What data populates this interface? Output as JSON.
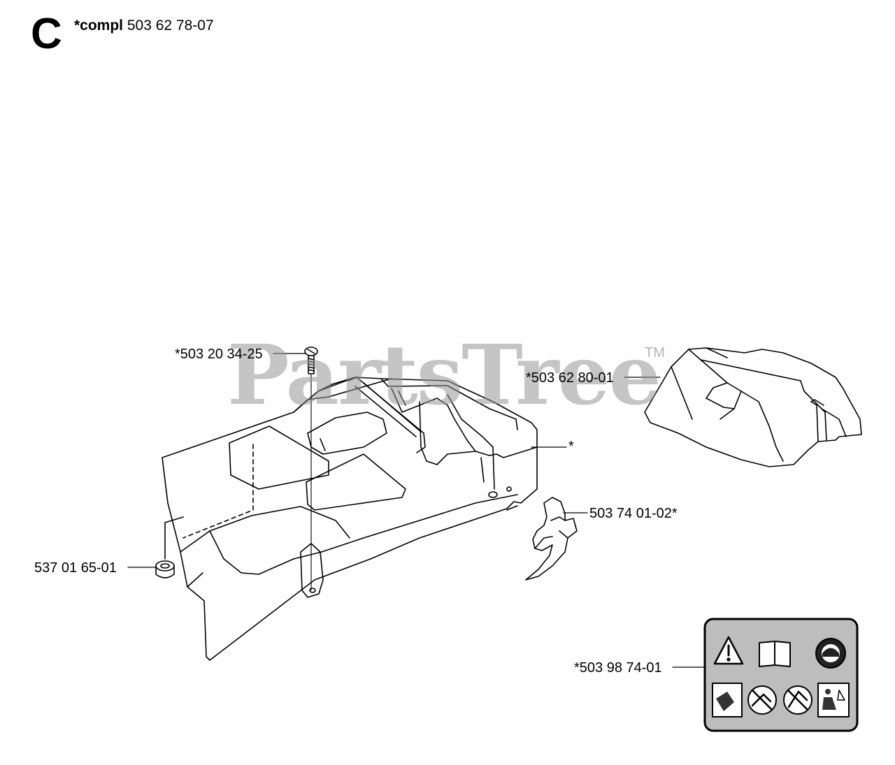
{
  "section": {
    "letter": "C"
  },
  "assembly": {
    "prefix": "*compl",
    "part_number": "503 62 78-07"
  },
  "watermark": {
    "text": "PartsTree",
    "tm": "TM"
  },
  "callouts": {
    "screw": "*503 20 34-25",
    "top_cover": "*503 62 80-01",
    "main_cover": "*",
    "clip": "503 74 01-02*",
    "grommet": "537 01 65-01",
    "decal": "*503 98 74-01"
  },
  "colors": {
    "ink": "#000000",
    "decal_bg": "#bdbdbd",
    "watermark": "#969696"
  }
}
